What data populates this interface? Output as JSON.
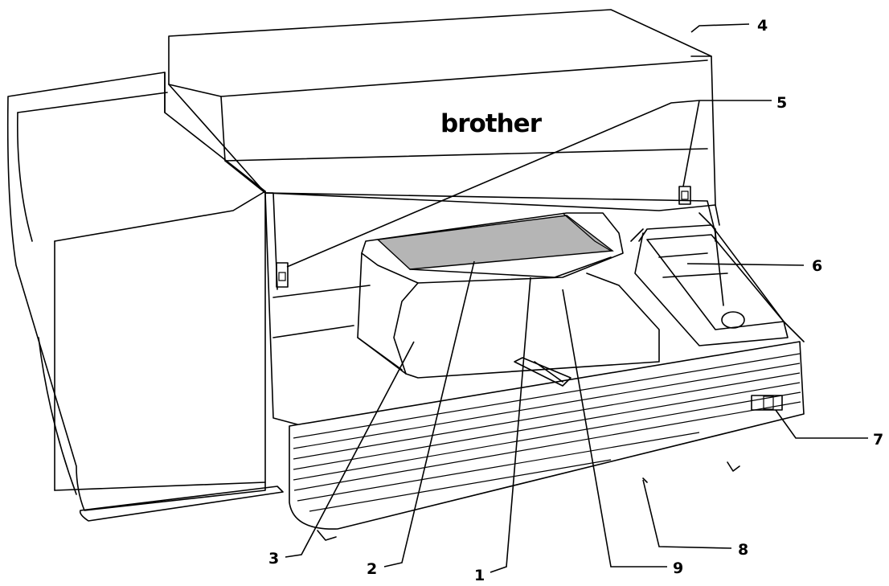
{
  "brand": {
    "logo_text": "brother"
  },
  "colors": {
    "line": "#000000",
    "platen_fill": "#b5b5b5",
    "background": "#ffffff"
  },
  "callouts": [
    {
      "id": "1",
      "label": "1"
    },
    {
      "id": "2",
      "label": "2"
    },
    {
      "id": "3",
      "label": "3"
    },
    {
      "id": "4",
      "label": "4"
    },
    {
      "id": "5",
      "label": "5"
    },
    {
      "id": "6",
      "label": "6"
    },
    {
      "id": "7",
      "label": "7"
    },
    {
      "id": "8",
      "label": "8"
    },
    {
      "id": "9",
      "label": "9"
    }
  ]
}
